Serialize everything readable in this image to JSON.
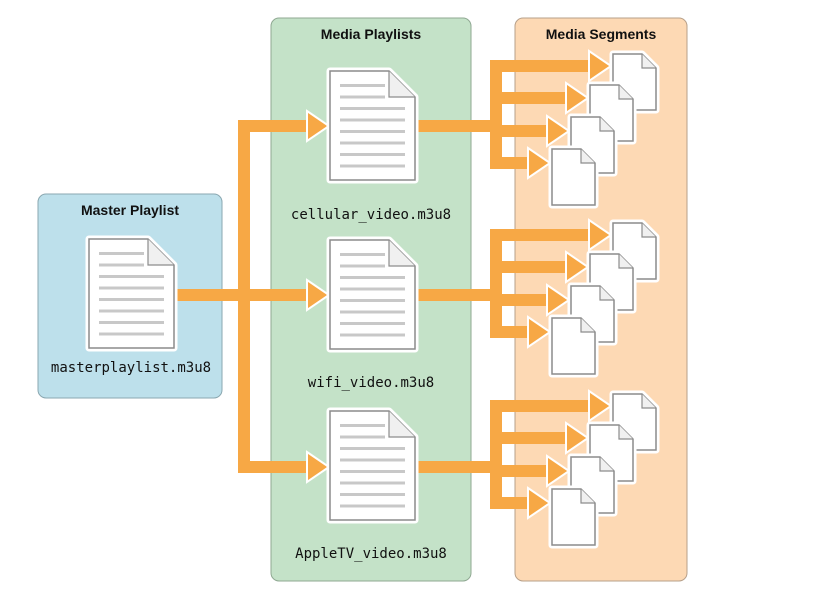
{
  "diagram": {
    "type": "hls-playlist-hierarchy",
    "colors": {
      "master_panel": "#bde0eb",
      "media_playlists_panel": "#c4e2c8",
      "media_segments_panel": "#fdd9b4",
      "arrow": "#f7a845",
      "document_outline": "#8c8c8c",
      "document_lines": "#c8c8c8"
    },
    "panels": [
      {
        "id": "master",
        "title": "Master Playlist"
      },
      {
        "id": "media_playlists",
        "title": "Media Playlists"
      },
      {
        "id": "media_segments",
        "title": "Media Segments"
      }
    ],
    "master_playlist": {
      "file": "masterplaylist.m3u8",
      "icon": "text-document-icon"
    },
    "media_playlists": [
      {
        "file": "cellular_video.m3u8",
        "icon": "text-document-icon",
        "segments": 4
      },
      {
        "file": "wifi_video.m3u8",
        "icon": "text-document-icon",
        "segments": 4
      },
      {
        "file": "AppleTV_video.m3u8",
        "icon": "text-document-icon",
        "segments": 4
      }
    ],
    "segment_icon": "blank-document-icon"
  }
}
